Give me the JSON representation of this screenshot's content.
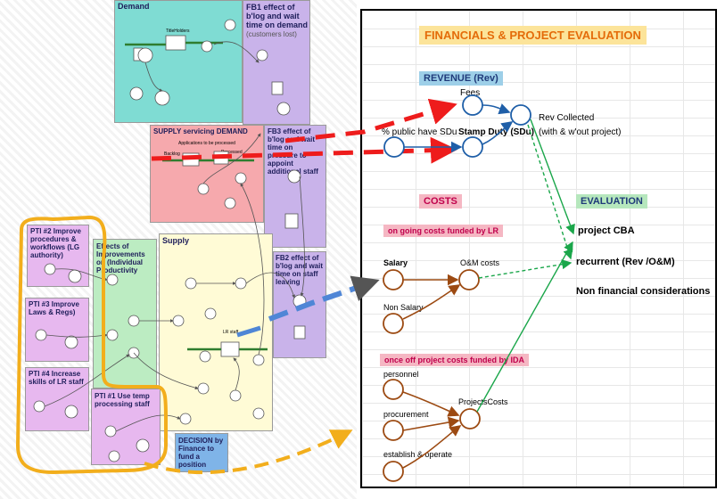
{
  "left_model": {
    "demand": {
      "title": "Demand"
    },
    "fb1": {
      "title": "FB1 effect of b'log and wait time on demand",
      "sub": "(customers lost)"
    },
    "supply_demand": {
      "title": "SUPPLY servicing DEMAND"
    },
    "fb3": {
      "title": "FB3 effect of b'log and wait time on pressure to appoint additional staff"
    },
    "pti2": {
      "title": "PTI #2 Improve procedures & workflows (LG authority)"
    },
    "effects": {
      "title": "Effects of Improvements on (Individual Productivity"
    },
    "supply": {
      "title": "Supply"
    },
    "fb2": {
      "title": "FB2 effect of b'log and wait time on staff leaving"
    },
    "pti3": {
      "title": "PTI #3 Improve Laws & Regs)"
    },
    "pti4": {
      "title": "PTI #4 Increase skills of LR staff"
    },
    "pti1": {
      "title": "PTI #1 Use temp processing staff"
    },
    "decision": {
      "title": "DECISION by Finance to fund a position"
    },
    "small": {
      "backlog": "Backlog",
      "processed": "Processed",
      "lr_staff": "LR staff",
      "apps": "Applications to be processed",
      "tomorrow": "TitleHolders"
    }
  },
  "financials": {
    "title": "FINANCIALS & PROJECT EVALUATION",
    "revenue_header": "REVENUE (Rev)",
    "fees": "Fees",
    "pct_public": "% public have SDu",
    "stamp_duty": "Stamp Duty (SDu)",
    "rev_collected": "Rev Collected",
    "rev_collected_sub": "(with & w'out project)",
    "costs_header": "COSTS",
    "ongoing": "on going costs funded by LR",
    "salary": "Salary",
    "om_costs": "O&M costs",
    "non_salary": "Non Salary",
    "oneoff": "once off project costs funded by IDA",
    "personnel": "personnel",
    "procurement": "procurement",
    "establish": "establish & operate",
    "project_costs": "ProjectsCosts",
    "evaluation_header": "EVALUATION",
    "project_cba": "project CBA",
    "recurrent": "recurrent (Rev /O&M)",
    "non_financial": "Non financial considerations"
  },
  "colors": {
    "teal": "#7fdcd3",
    "purple": "#c9b3ea",
    "pink": "#f6a9ad",
    "green": "#bcecc2",
    "yellow": "#fffbd6",
    "blue_box": "#7fb4e8",
    "arrow_red": "#ee1c1c",
    "arrow_blue": "#4f86d6",
    "orange": "#f2ae1c",
    "header_yellow": "#fce49a",
    "header_blue": "#9dcfe8",
    "header_pink": "#f5b7c3",
    "header_green": "#b6e7bd",
    "brown": "#9c4a12",
    "navy": "#1f5fa8",
    "dark_green": "#1aa64a"
  }
}
